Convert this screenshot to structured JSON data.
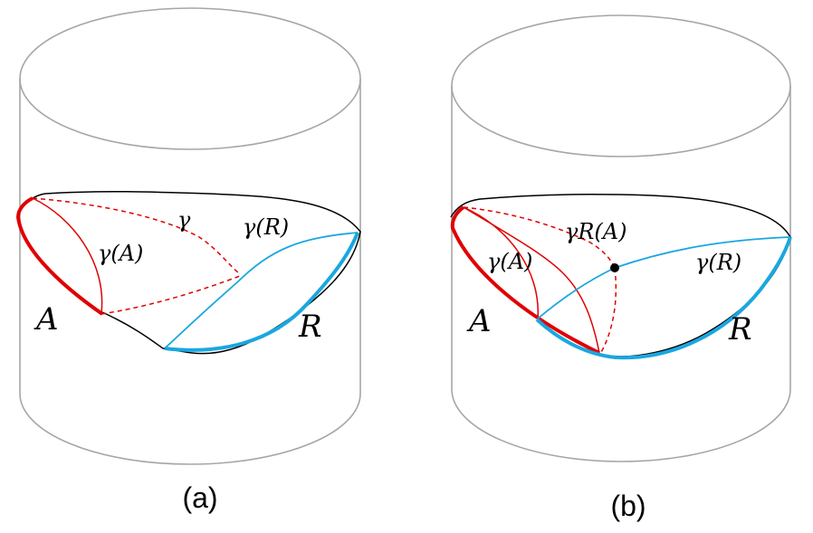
{
  "panels": [
    {
      "caption": "(a)",
      "labels": {
        "region_a": "A",
        "region_r": "R",
        "gamma": "γ",
        "gamma_a": "γ(A)",
        "gamma_r": "γ(R)"
      }
    },
    {
      "caption": "(b)",
      "labels": {
        "region_a": "A",
        "region_r": "R",
        "gamma_ra": "γR(A)",
        "gamma_a": "γ(A)",
        "gamma_r": "γ(R)"
      }
    }
  ],
  "colors": {
    "cylinder": "#a6a6a6",
    "boundary": "#000000",
    "region_a": "#e00000",
    "region_r": "#1aa7e0"
  }
}
